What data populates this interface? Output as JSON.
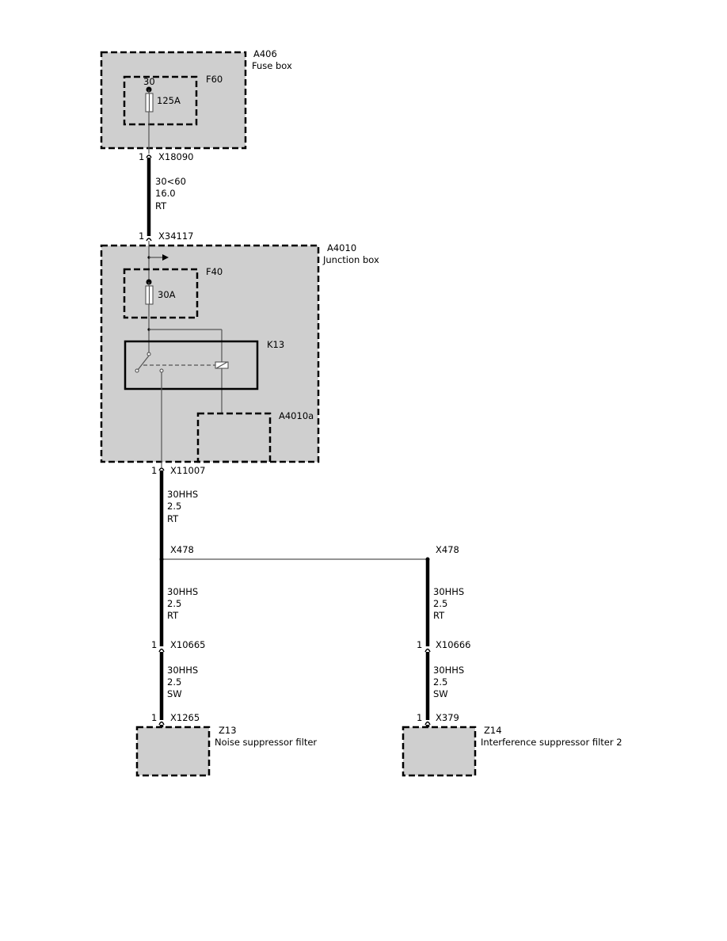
{
  "components": {
    "fusebox": {
      "id": "A406",
      "name": "Fuse box"
    },
    "fuse_f60": {
      "id": "F60",
      "terminal": "30",
      "rating": "125A"
    },
    "junction": {
      "id": "A4010",
      "name": "Junction box"
    },
    "fuse_f40": {
      "id": "F40",
      "rating": "30A"
    },
    "relay_k13": {
      "id": "K13"
    },
    "sub_a4010a": {
      "id": "A4010a"
    },
    "z13": {
      "id": "Z13",
      "name": "Noise suppressor filter"
    },
    "z14": {
      "id": "Z14",
      "name": "Interference suppressor filter 2"
    }
  },
  "connectors": {
    "x18090": {
      "pin": "1",
      "id": "X18090"
    },
    "x34117": {
      "pin": "1",
      "id": "X34117"
    },
    "x11007": {
      "pin": "1",
      "id": "X11007"
    },
    "x478_left": {
      "id": "X478"
    },
    "x478_right": {
      "id": "X478"
    },
    "x10665": {
      "pin": "1",
      "id": "X10665"
    },
    "x10666": {
      "pin": "1",
      "id": "X10666"
    },
    "x1265": {
      "pin": "1",
      "id": "X1265"
    },
    "x379": {
      "pin": "1",
      "id": "X379"
    }
  },
  "wires": {
    "w1": {
      "circuit": "30<60",
      "size": "16.0",
      "color": "RT"
    },
    "w2": {
      "circuit": "30HHS",
      "size": "2.5",
      "color": "RT"
    },
    "w3": {
      "circuit": "30HHS",
      "size": "2.5",
      "color": "RT"
    },
    "w4": {
      "circuit": "30HHS",
      "size": "2.5",
      "color": "RT"
    },
    "w5": {
      "circuit": "30HHS",
      "size": "2.5",
      "color": "SW"
    },
    "w6": {
      "circuit": "30HHS",
      "size": "2.5",
      "color": "SW"
    }
  }
}
